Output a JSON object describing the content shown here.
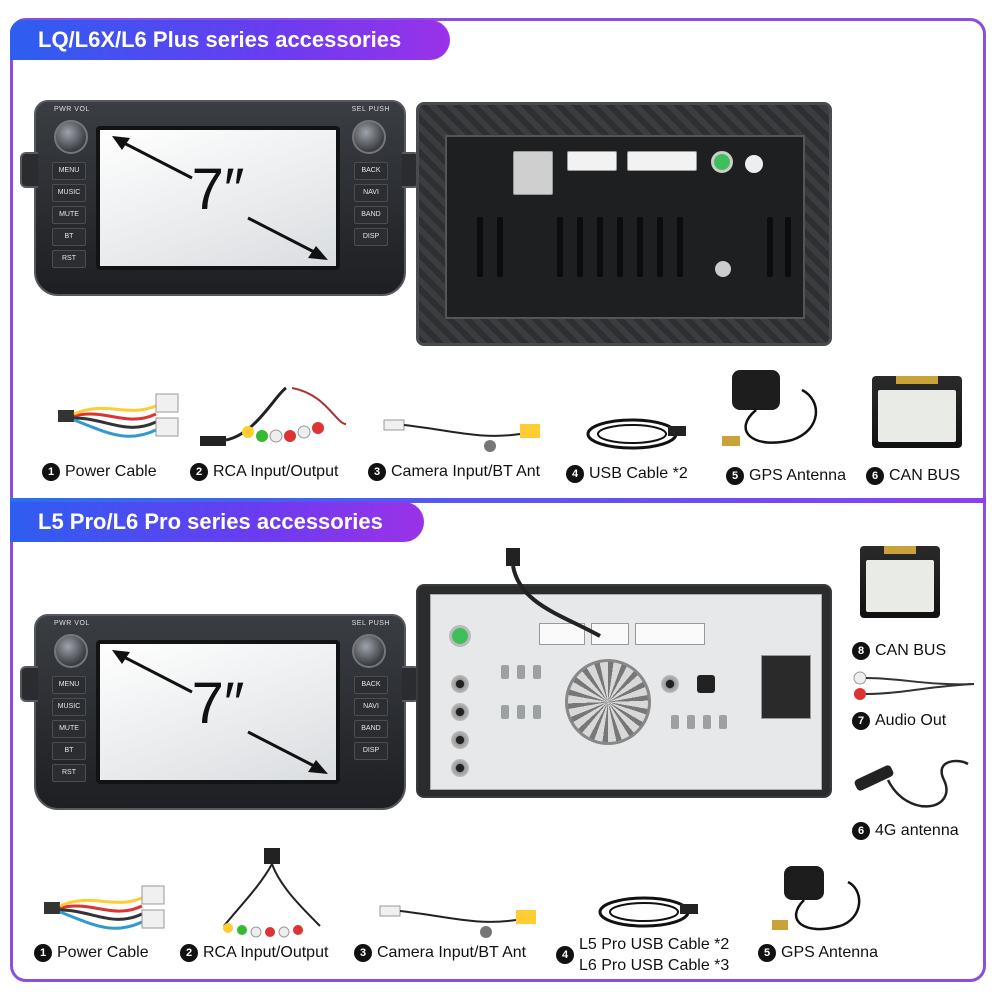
{
  "sections": {
    "top": {
      "title": "LQ/L6X/L6 Plus series accessories",
      "screen_size": "7″",
      "accessories": [
        {
          "num": "1",
          "label": "Power Cable"
        },
        {
          "num": "2",
          "label": "RCA Input/Output"
        },
        {
          "num": "3",
          "label": "Camera Input/BT Ant"
        },
        {
          "num": "4",
          "label": "USB Cable *2"
        },
        {
          "num": "5",
          "label": "GPS Antenna"
        },
        {
          "num": "6",
          "label": "CAN BUS"
        }
      ]
    },
    "bottom": {
      "title": "L5 Pro/L6 Pro series accessories",
      "screen_size": "7″",
      "side_accessories": [
        {
          "num": "8",
          "label": "CAN BUS"
        },
        {
          "num": "7",
          "label": "Audio Out"
        },
        {
          "num": "6",
          "label": "4G antenna"
        }
      ],
      "accessories": [
        {
          "num": "1",
          "label": "Power Cable"
        },
        {
          "num": "2",
          "label": "RCA Input/Output"
        },
        {
          "num": "3",
          "label": "Camera Input/BT Ant"
        },
        {
          "num": "4",
          "label_line1": "L5 Pro USB Cable *2",
          "label_line2": "L6 Pro USB Cable *3"
        },
        {
          "num": "5",
          "label": "GPS Antenna"
        }
      ]
    }
  },
  "unit_labels": {
    "pwr_vol": "PWR  VOL",
    "sel_push": "SEL  PUSH",
    "left_buttons": [
      "MENU",
      "MUSIC",
      "MUTE",
      "BT",
      "RST"
    ],
    "right_buttons": [
      "BACK",
      "NAVI",
      "BAND",
      "DISP"
    ]
  },
  "colors": {
    "banner_start": "#2d5ef0",
    "banner_end": "#9a32e8",
    "frame": "#8a4fe0"
  }
}
